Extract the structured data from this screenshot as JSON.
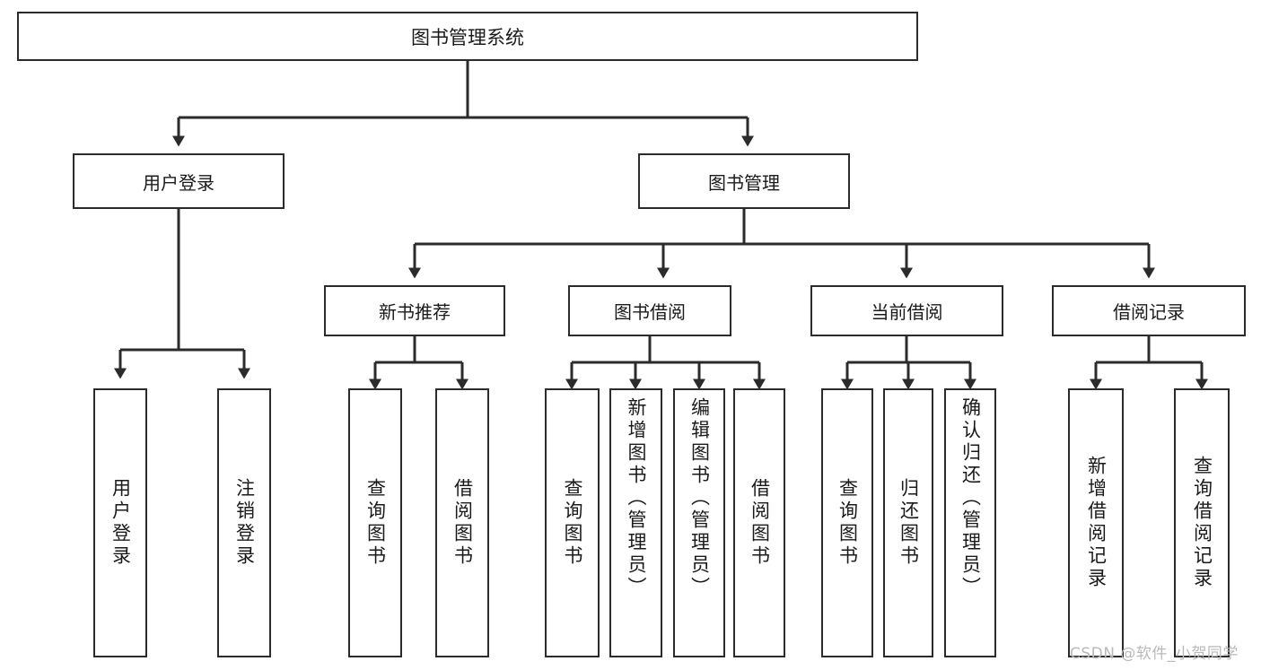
{
  "diagram": {
    "title": "图书管理系统",
    "type": "tree-hierarchy-chart",
    "root": {
      "label": "图书管理系统"
    },
    "level2": [
      {
        "label": "用户登录"
      },
      {
        "label": "图书管理"
      }
    ],
    "level3": [
      {
        "label": "新书推荐"
      },
      {
        "label": "图书借阅"
      },
      {
        "label": "当前借阅"
      },
      {
        "label": "借阅记录"
      }
    ],
    "leaves": [
      {
        "label": "用户登录",
        "parent": "用户登录"
      },
      {
        "label": "注销登录",
        "parent": "用户登录"
      },
      {
        "label": "查询图书",
        "parent": "新书推荐"
      },
      {
        "label": "借阅图书",
        "parent": "新书推荐"
      },
      {
        "label": "查询图书",
        "parent": "图书借阅"
      },
      {
        "label": "新增图书（管理员）",
        "parent": "图书借阅"
      },
      {
        "label": "编辑图书（管理员）",
        "parent": "图书借阅"
      },
      {
        "label": "借阅图书",
        "parent": "图书借阅"
      },
      {
        "label": "查询图书",
        "parent": "当前借阅"
      },
      {
        "label": "归还图书",
        "parent": "当前借阅"
      },
      {
        "label": "确认归还（管理员）",
        "parent": "当前借阅"
      },
      {
        "label": "新增借阅记录",
        "parent": "借阅记录"
      },
      {
        "label": "查询借阅记录",
        "parent": "借阅记录"
      }
    ]
  },
  "watermark": {
    "text": "CSDN @软件_小贺同学"
  },
  "colors": {
    "stroke": "#2b2b2b",
    "background": "#ffffff",
    "text": "#1a1a1a",
    "watermark": "#b9b9b9"
  }
}
